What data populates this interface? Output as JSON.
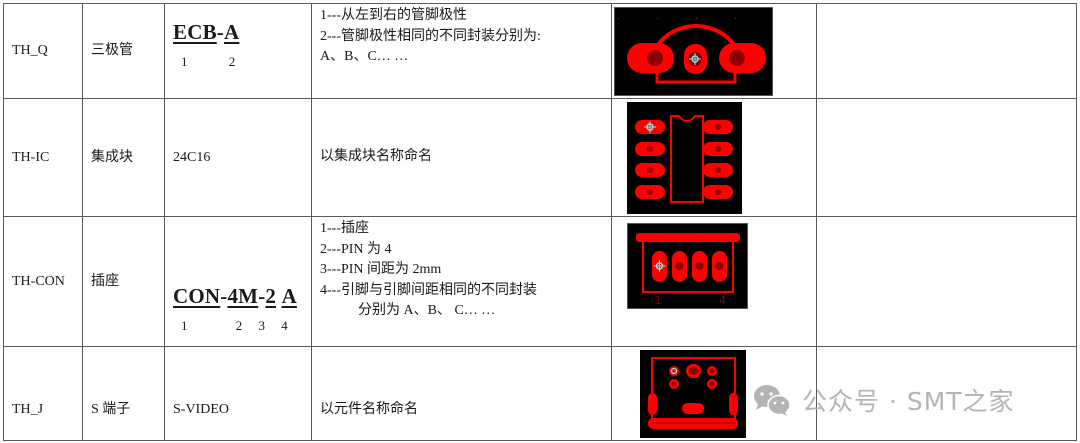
{
  "table": {
    "rows": [
      {
        "prefix": "TH_Q",
        "type": "三极管",
        "code": {
          "parts": [
            "ECB",
            "-",
            "A"
          ],
          "numbers": [
            "1",
            "2"
          ]
        },
        "description": [
          "1---从左到右的管脚极性",
          "2---管脚极性相同的不同封装分别为:",
          "A、B、C… …"
        ],
        "image": "pcb-footprint-transistor"
      },
      {
        "prefix": "TH-IC",
        "type": "集成块",
        "code_text": "24C16",
        "description": [
          "以集成块名称命名"
        ],
        "image": "pcb-footprint-dip8"
      },
      {
        "prefix": "TH-CON",
        "type": "插座",
        "code": {
          "parts": [
            "CON",
            "-",
            "4M",
            "-",
            "2",
            " ",
            "A"
          ],
          "numbers": [
            "1",
            "2",
            "3",
            "4"
          ]
        },
        "description": [
          "1---插座",
          "2---PIN 为 4",
          "3---PIN 间距为 2mm",
          "4---引脚与引脚间距相同的不同封装",
          "分别为 A、B、 C… …"
        ],
        "image": "pcb-footprint-connector-4pin",
        "image_labels": [
          "1",
          "4"
        ]
      },
      {
        "prefix": "TH_J",
        "type": "S 端子",
        "code_text": "S-VIDEO",
        "description": [
          "以元件名称命名"
        ],
        "image": "pcb-footprint-svideo"
      }
    ]
  },
  "watermark": {
    "text": "公众号 · SMT之家",
    "icon": "wechat-icon"
  },
  "colors": {
    "pad_red": "#ff0000",
    "hole_dark": "#8b0000",
    "pcb_bg": "#000000",
    "origin_cyan": "#7fe8f0",
    "border": "#5a5a5a",
    "watermark": "#b4b4b4"
  }
}
